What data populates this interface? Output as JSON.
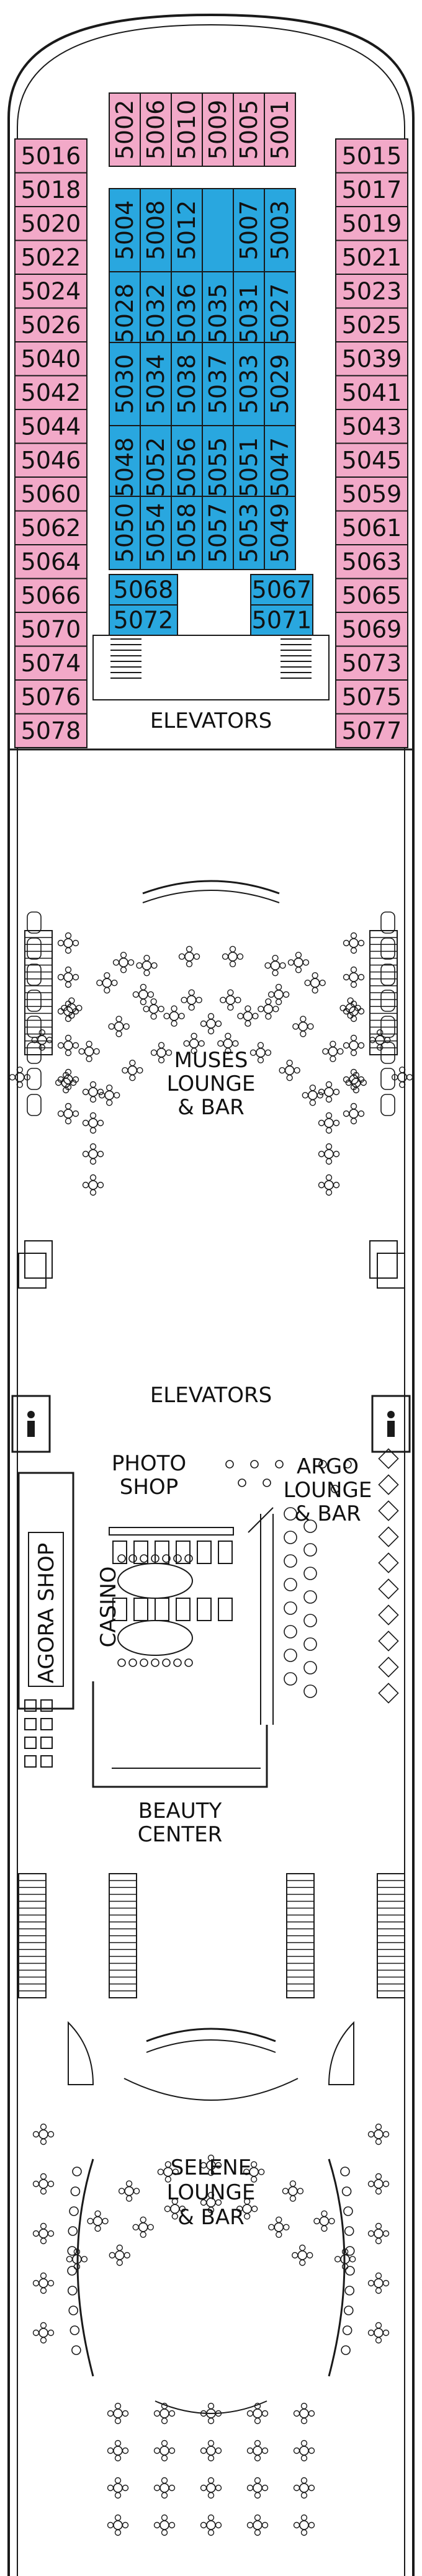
{
  "deck": {
    "colors": {
      "outside_cabin": "#f2a9c8",
      "inside_cabin": "#29a7df",
      "line": "#1a1a1a",
      "background": "#ffffff"
    },
    "cabins": {
      "forward_row": [
        "5002",
        "5006",
        "5010",
        "5009",
        "5005",
        "5001"
      ],
      "port_outside": [
        "5016",
        "5018",
        "5020",
        "5022",
        "5024",
        "5026",
        "5040",
        "5042",
        "5044",
        "5046",
        "5060",
        "5062",
        "5064",
        "5066",
        "5070",
        "5074",
        "5076",
        "5078"
      ],
      "starboard_outside": [
        "5015",
        "5017",
        "5019",
        "5021",
        "5023",
        "5025",
        "5039",
        "5041",
        "5043",
        "5045",
        "5059",
        "5061",
        "5063",
        "5065",
        "5069",
        "5073",
        "5075",
        "5077"
      ],
      "inside_block_1": [
        [
          "5004",
          "5008",
          "5012",
          "5007",
          "5003"
        ],
        [
          "5028",
          "5032",
          "5036",
          "5035",
          "5031",
          "5027"
        ]
      ],
      "inside_block_2": [
        [
          "5030",
          "5034",
          "5038",
          "5037",
          "5033",
          "5029"
        ],
        [
          "5048",
          "5052",
          "5056",
          "5055",
          "5051",
          "5047"
        ]
      ],
      "inside_block_3": [
        [
          "5050",
          "5054",
          "5058",
          "5057",
          "5053",
          "5049"
        ]
      ],
      "inside_port_pair": [
        "5068",
        "5072"
      ],
      "inside_starboard_pair": [
        "5067",
        "5071"
      ]
    },
    "labels": {
      "elevators_fwd": "ELEVATORS",
      "muses_line1": "MUSES",
      "muses_line2": "LOUNGE",
      "muses_line3": "& BAR",
      "elevators_mid": "ELEVATORS",
      "photo_line1": "PHOTO",
      "photo_line2": "SHOP",
      "argo_line1": "ARGO",
      "argo_line2": "LOUNGE",
      "argo_line3": "& BAR",
      "agora": "AGORA SHOP",
      "casino": "CASINO",
      "beauty_line1": "BEAUTY",
      "beauty_line2": "CENTER",
      "selene_line1": "SELENE",
      "selene_line2": "LOUNGE",
      "selene_line3": "& BAR"
    },
    "icons": [
      "restroom-icon-port",
      "restroom-icon-starboard"
    ]
  }
}
